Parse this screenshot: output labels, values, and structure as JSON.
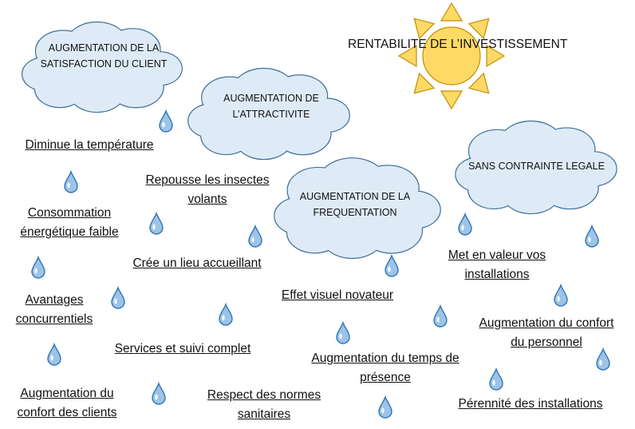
{
  "colors": {
    "cloud_fill": "#DEEBF7",
    "cloud_stroke": "#41719C",
    "sun_fill": "#FFD966",
    "sun_stroke": "#BF9000",
    "drop_fill": "#9DC3E6",
    "drop_stroke": "#2E75B6",
    "text": "#111111"
  },
  "sun": {
    "label": "RENTABILITE DE L’INVESTISSEMENT",
    "icon": "sun-icon"
  },
  "clouds": [
    {
      "id": "satisfaction",
      "label": "AUGMENTATION DE LA\nSATISFACTION DU CLIENT",
      "icon": "cloud-icon"
    },
    {
      "id": "attractivite",
      "label": "AUGMENTATION DE\nL’ATTRACTIVITE",
      "icon": "cloud-icon"
    },
    {
      "id": "frequentation",
      "label": "AUGMENTATION DE LA\nFREQUENTATION",
      "icon": "cloud-icon"
    },
    {
      "id": "legale",
      "label": "SANS CONTRAINTE LEGALE",
      "icon": "cloud-icon"
    }
  ],
  "benefits": [
    "Diminue la température",
    "Repousse les insectes\nvolants",
    "Consommation\nénergétique faible",
    "Crée un lieu accueillant",
    "Avantages\nconcurrentiels",
    "Effet visuel novateur",
    "Met en valeur vos\ninstallations",
    "Services et suivi complet",
    "Augmentation du confort\ndu personnel",
    "Augmentation du temps de\nprésence",
    "Augmentation du\nconfort des clients",
    "Respect des normes\nsanitaires",
    "Pérennité des installations"
  ],
  "drop_icon": "raindrop-icon"
}
